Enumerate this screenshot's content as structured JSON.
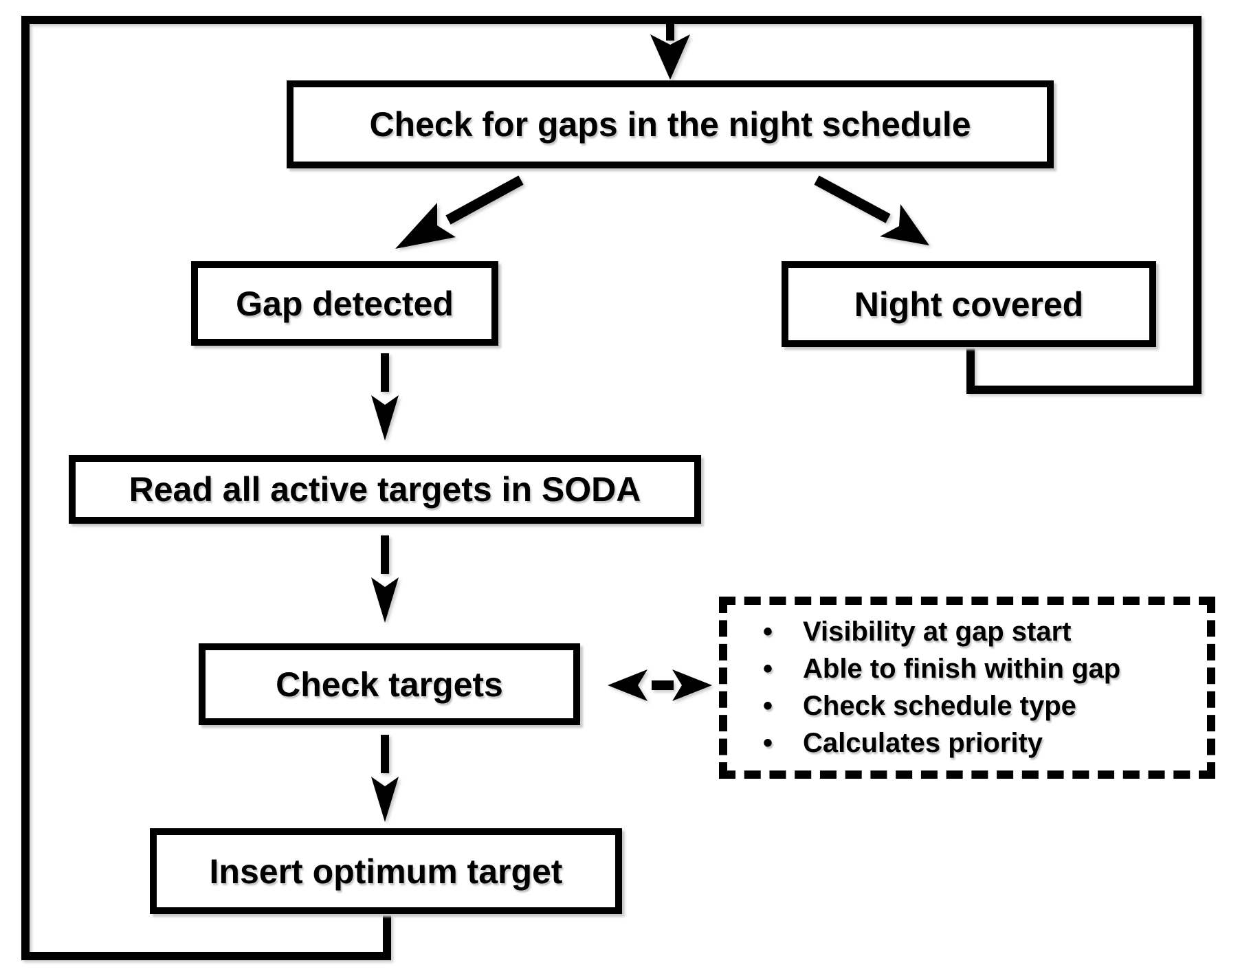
{
  "diagram": {
    "background": "#ffffff",
    "stroke_color": "#000000",
    "nodes": {
      "check_gaps": {
        "label": "Check for gaps in the night schedule"
      },
      "gap_detected": {
        "label": "Gap detected"
      },
      "night_covered": {
        "label": "Night covered"
      },
      "read_targets": {
        "label": "Read all active targets in SODA"
      },
      "check_targets": {
        "label": "Check targets"
      },
      "insert_target": {
        "label": "Insert optimum target"
      }
    },
    "criteria_box": {
      "bullet_char": "•",
      "items": [
        "Visibility at gap start",
        "Able to finish within gap",
        "Check schedule type",
        "Calculates priority"
      ]
    },
    "edges": [
      {
        "from": "main-loop",
        "to": "check_gaps",
        "type": "arrow"
      },
      {
        "from": "check_gaps",
        "to": "gap_detected",
        "type": "arrow"
      },
      {
        "from": "check_gaps",
        "to": "night_covered",
        "type": "arrow"
      },
      {
        "from": "gap_detected",
        "to": "read_targets",
        "type": "arrow"
      },
      {
        "from": "read_targets",
        "to": "check_targets",
        "type": "arrow"
      },
      {
        "from": "check_targets",
        "to": "insert_target",
        "type": "arrow"
      },
      {
        "from": "check_targets",
        "to": "criteria_box",
        "type": "double-arrow"
      },
      {
        "from": "night_covered",
        "to": "main-loop",
        "type": "line"
      },
      {
        "from": "insert_target",
        "to": "main-loop",
        "type": "line"
      }
    ]
  }
}
